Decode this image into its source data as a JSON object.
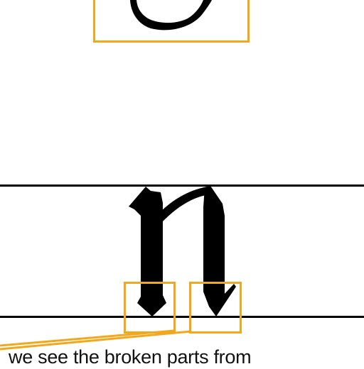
{
  "caption": "we see the broken parts from",
  "colors": {
    "highlight": "#f2a81d",
    "ink": "#000000",
    "background": "#ffffff"
  },
  "glyphs": {
    "top": "partial-round-letter",
    "bottom": "blackletter-n"
  }
}
